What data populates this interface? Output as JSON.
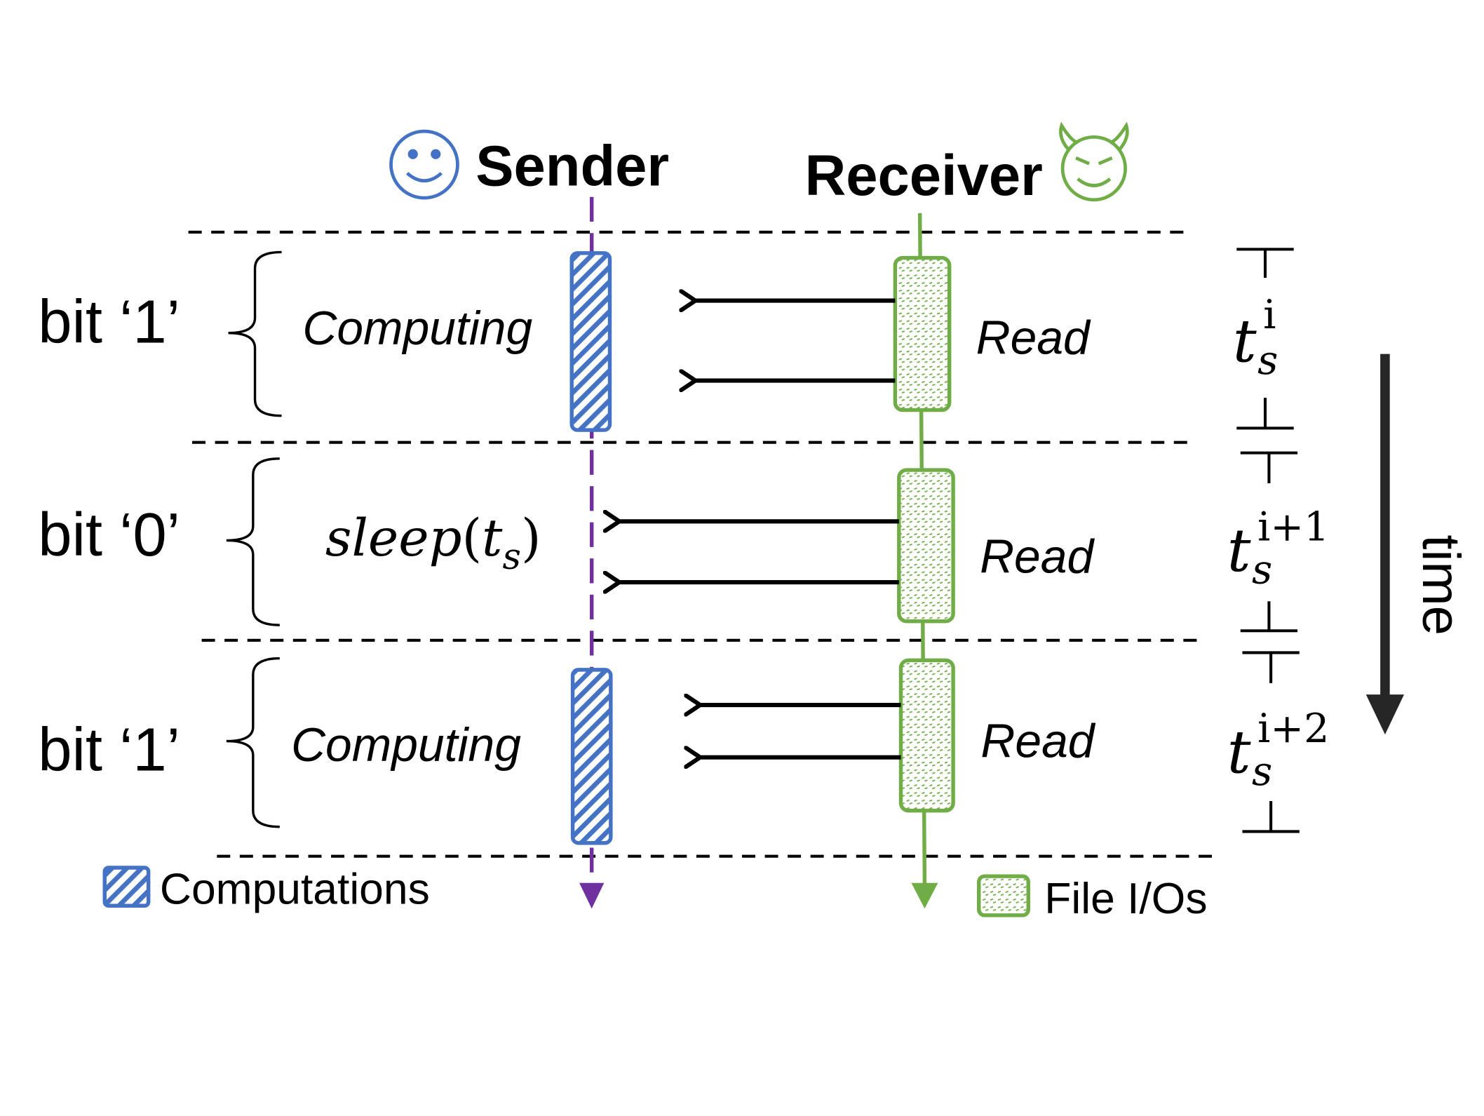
{
  "sender": {
    "label": "Sender",
    "icon": "smiley-face-icon",
    "color": "#4472C4"
  },
  "receiver": {
    "label": "Receiver",
    "icon": "devil-face-icon",
    "color": "#70AD47"
  },
  "timeline_color": "#7030A0",
  "rows": [
    {
      "bit": "bit ‘1’",
      "action": "Computing",
      "read": "Read",
      "period_sub": "i"
    },
    {
      "bit": "bit ‘0’",
      "action_fn": "sleep",
      "action_arg": "t",
      "action_arg_sub": "s",
      "read": "Read",
      "period_sub": "i+1"
    },
    {
      "bit": "bit ‘1’",
      "action": "Computing",
      "read": "Read",
      "period_sub": "i+2"
    }
  ],
  "period_symbol": {
    "base": "t",
    "sub": "s"
  },
  "time_label": "time",
  "legend": {
    "computations": "Computations",
    "file_ios": "File I/Os"
  }
}
